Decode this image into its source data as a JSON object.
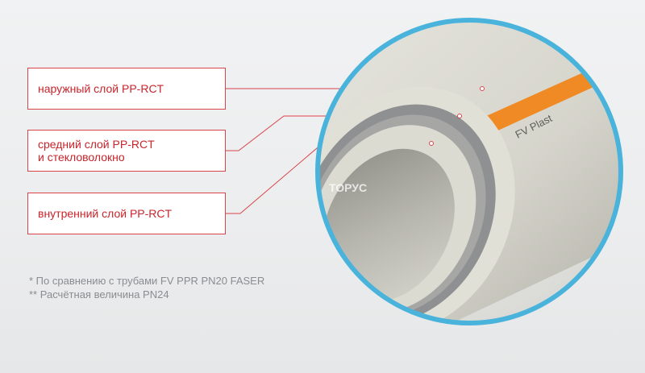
{
  "labels": {
    "outer_line1": "наружный слой PP-RCT",
    "middle_line1": "средний слой PP-RCT",
    "middle_line2": "и стекловолокно",
    "inner_line1": "внутренний слой PP-RCT"
  },
  "brand_print": "FV Plast",
  "watermark": "ТОРУС",
  "footnotes": {
    "note1": "* По сравнению с трубами FV PPR PN20 FASER",
    "note2": "** Расчётная величина PN24"
  },
  "colors": {
    "accent_red": "#d9444a",
    "circle_border": "#4ab3dc",
    "stripe_orange": "#f08a24",
    "pipe_beige": "#dcdbd2",
    "fiber_gray": "#8f9092"
  }
}
